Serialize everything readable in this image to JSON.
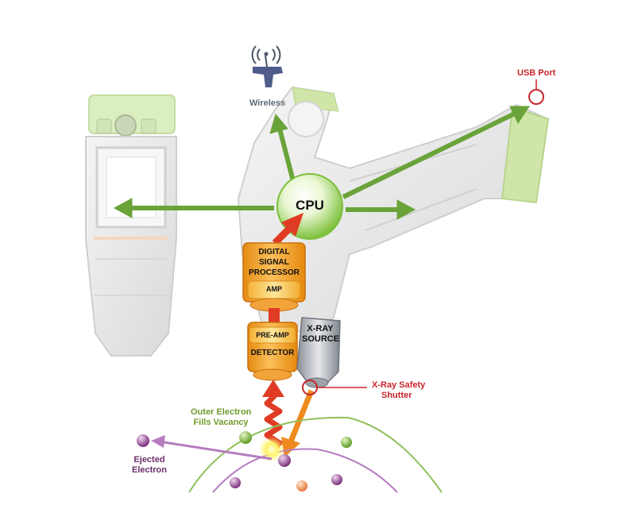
{
  "labels": {
    "wireless": "Wireless",
    "usb_port": "USB Port",
    "cpu": "CPU",
    "dsp_line1": "DIGITAL",
    "dsp_line2": "SIGNAL",
    "dsp_line3": "PROCESSOR",
    "amp": "AMP",
    "pre_amp": "PRE-AMP",
    "detector": "DETECTOR",
    "xray_line1": "X-RAY",
    "xray_line2": "SOURCE",
    "shutter_line1": "X-Ray Safety",
    "shutter_line2": "Shutter",
    "outer_electron_line1": "Outer Electron",
    "outer_electron_line2": "Fills Vacancy",
    "ejected_line1": "Ejected",
    "ejected_line2": "Electron"
  },
  "colors": {
    "flow_arrow": "#6aa33a",
    "signal_arrow": "#e03b24",
    "xray_arrow": "#ee8a1e",
    "component_orange": "#f0a030",
    "cpu_green": "#8fcf4a",
    "device_gray": "#e6e6e6",
    "device_accent_green": "#cfe6a8",
    "label_red": "#c8262b",
    "label_gray": "#5d6a78",
    "label_green": "#6f9b2c",
    "electron_purple": "#8a3d8a"
  },
  "icons": {
    "wireless": "wireless-antenna-icon",
    "usb_port": "usb-port-marker-icon",
    "shutter": "shutter-marker-icon"
  }
}
